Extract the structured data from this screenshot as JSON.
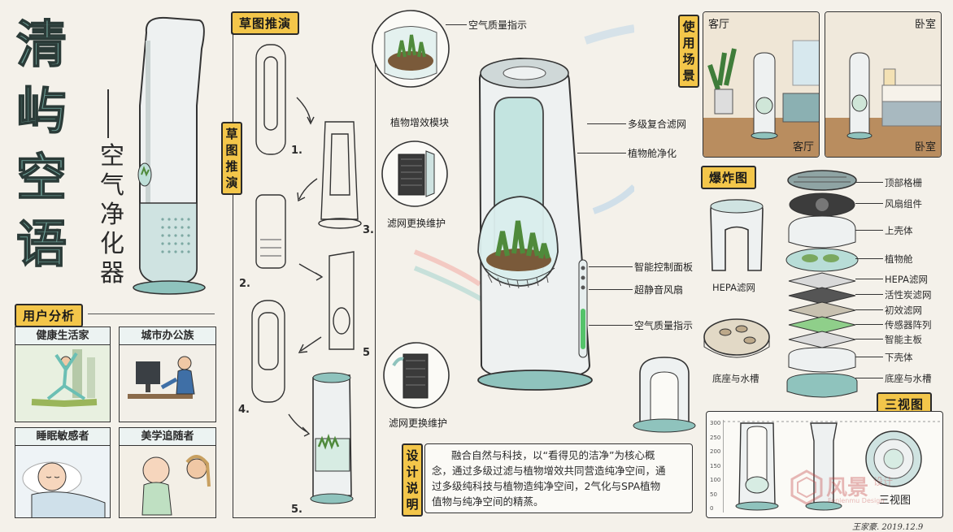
{
  "brand": {
    "title_chars": [
      "清",
      "屿",
      "空",
      "语"
    ],
    "subtitle_chars": [
      "空",
      "气",
      "净",
      "化",
      "器"
    ],
    "title_color": "#5f8f87"
  },
  "user_analysis": {
    "tag": "用户分析",
    "users": [
      {
        "label": "健康生活家"
      },
      {
        "label": "城市办公族"
      },
      {
        "label": "睡眠敏感者"
      },
      {
        "label": "美学追随者"
      }
    ]
  },
  "sketch": {
    "tag": "草图推演",
    "vtag_chars": [
      "草",
      "图",
      "推",
      "演"
    ],
    "steps": [
      "1.",
      "2.",
      "3.",
      "4.",
      "5",
      "5."
    ]
  },
  "details": [
    {
      "label": "空气质量指示"
    },
    {
      "label": "植物增效模块"
    },
    {
      "label": "滤网更换维护"
    },
    {
      "label": "滤网更换维护"
    }
  ],
  "main_callouts": [
    "多级复合滤网",
    "植物舱净化",
    "智能控制面板",
    "超静音风扇",
    "空气质量指示"
  ],
  "scenes": {
    "tag_chars": [
      "使",
      "用",
      "场",
      "景"
    ],
    "living_room_labels": [
      "客厅",
      "客厅"
    ],
    "bedroom_labels": [
      "卧室",
      "卧室"
    ]
  },
  "exploded": {
    "tag": "爆炸图",
    "parts": [
      "顶部格栅",
      "风扇组件",
      "上壳体",
      "植物舱",
      "HEPA滤网",
      "活性炭滤网",
      "初效滤网",
      "传感器阵列",
      "智能主板",
      "下壳体",
      "底座与水槽"
    ],
    "side_labels": [
      "HEPA滤网",
      "底座与水槽"
    ]
  },
  "three_view": {
    "tag": "三视图",
    "scale_ticks": [
      "300",
      "250",
      "200",
      "150",
      "100",
      "50",
      "0"
    ],
    "caption": "三视图"
  },
  "design": {
    "tag_chars": [
      "设",
      "计",
      "说",
      "明"
    ],
    "lines": [
      "融合自然与科技，以“看得见的洁净”为核心概",
      "念，通过多级过滤与植物增效共同营造纯净空间，通",
      "过多级纯科技与植物造纯净空间，2气化与SPA植物",
      "值物与纯净空间的精蒸。"
    ]
  },
  "signature": "王家豪. 2019.12.9",
  "watermark": {
    "text": "风景",
    "sub1": "设计",
    "sub2": "Fenlenmu Design"
  },
  "colors": {
    "accent": "#f3c64a",
    "teal": "#8fc3bd",
    "plant": "#4f8a3b",
    "shell": "#eef1f1"
  }
}
